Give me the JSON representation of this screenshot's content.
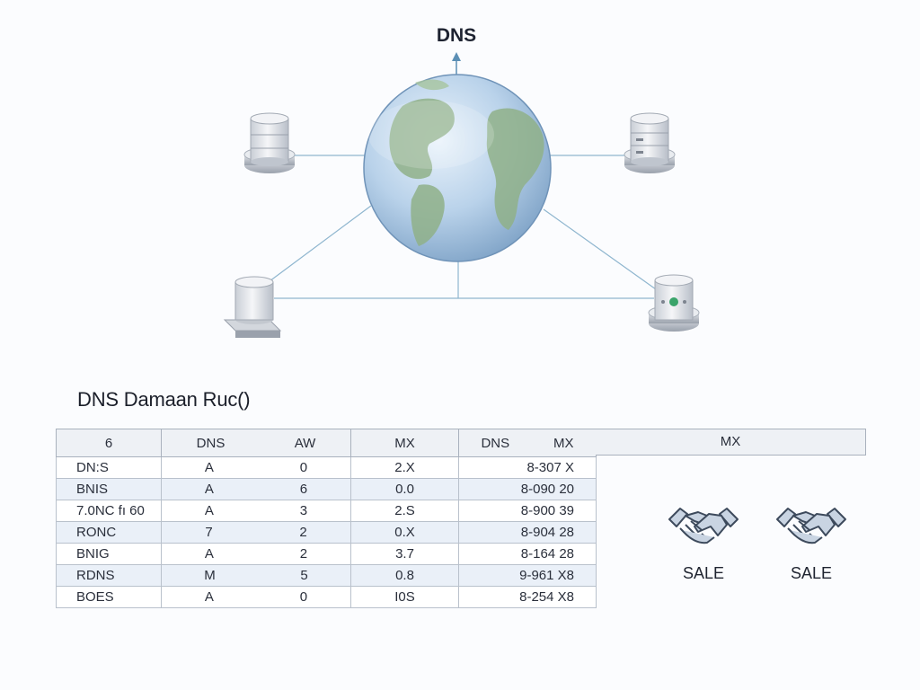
{
  "diagram": {
    "title": "DNS",
    "nodes": [
      {
        "name": "server-top-left",
        "icon": "server-rack-icon"
      },
      {
        "name": "server-top-right",
        "icon": "server-rack-icon"
      },
      {
        "name": "server-bottom-left",
        "icon": "storage-drive-icon"
      },
      {
        "name": "server-bottom-right",
        "icon": "server-status-icon"
      }
    ],
    "colors": {
      "connector": "#8fb6cf",
      "arrow": "#5b8fb5",
      "globe": "#b8d0ea"
    }
  },
  "table_section": {
    "title": "DNS Damaan Ruc(̈)",
    "headers": [
      [
        "6"
      ],
      [
        "DNS",
        "AW"
      ],
      [
        "MX"
      ],
      [
        "DNS",
        "MX"
      ]
    ],
    "rows": [
      {
        "name": "DN:S",
        "type": "A",
        "prio": "0",
        "ttl": "2.X",
        "value": "8-307 X"
      },
      {
        "name": "BNIS",
        "type": "A",
        "prio": "6",
        "ttl": "0.0",
        "value": "8-090 20"
      },
      {
        "name": "7.0NC fı 60",
        "type": "A",
        "prio": "3",
        "ttl": "2.S",
        "value": "8-900 39"
      },
      {
        "name": "RONC",
        "type": "7",
        "prio": "2",
        "ttl": "0.X",
        "value": "8-904 28"
      },
      {
        "name": "BNIG",
        "type": "A",
        "prio": "2",
        "ttl": "3.7",
        "value": "8-164 28"
      },
      {
        "name": "RDNS",
        "type": "M",
        "prio": "5",
        "ttl": "0.8",
        "value": "9-961 X8"
      },
      {
        "name": "BOES",
        "type": "A",
        "prio": "0",
        "ttl": "I0S",
        "value": "8-254 X8"
      }
    ],
    "mx_panel_header": "MX"
  },
  "deals": [
    {
      "label": "SALE",
      "icon": "handshake-icon"
    },
    {
      "label": "SALE",
      "icon": "handshake-icon"
    }
  ]
}
